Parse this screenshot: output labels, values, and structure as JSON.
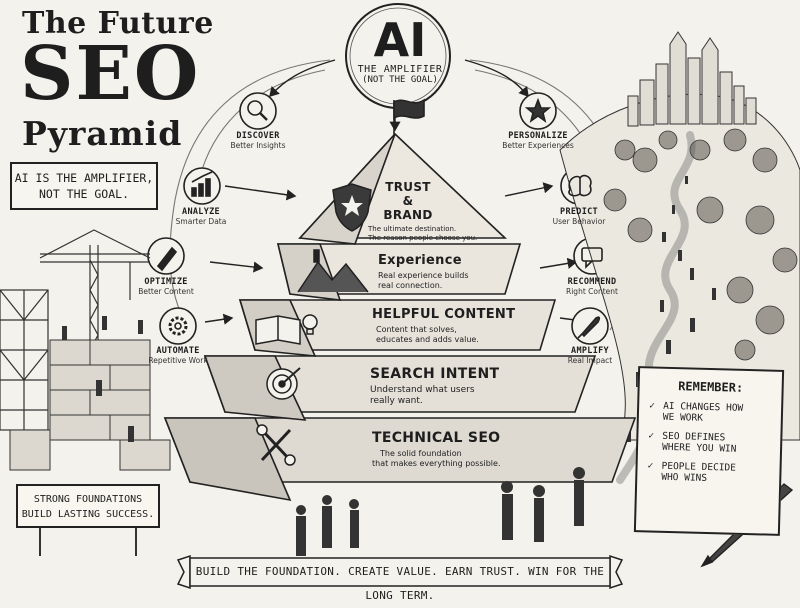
{
  "title": {
    "line1": "The Future",
    "line2": "SEO",
    "line3": "Pyramid"
  },
  "note": {
    "line1": "AI IS THE AMPLIFIER,",
    "line2": "NOT THE GOAL."
  },
  "ai": {
    "letters": "AI",
    "sub1": "THE AMPLIFIER",
    "sub2": "(NOT THE GOAL)"
  },
  "left_nodes": [
    {
      "title": "DISCOVER",
      "sub": "Better Insights",
      "icon": "magnifier-icon"
    },
    {
      "title": "ANALYZE",
      "sub": "Smarter Data",
      "icon": "bar-chart-icon"
    },
    {
      "title": "OPTIMIZE",
      "sub": "Better Content",
      "icon": "pencil-icon"
    },
    {
      "title": "AUTOMATE",
      "sub": "Repetitive Work",
      "icon": "gear-icon"
    }
  ],
  "right_nodes": [
    {
      "title": "PERSONALIZE",
      "sub": "Better Experiences",
      "icon": "star-icon"
    },
    {
      "title": "PREDICT",
      "sub": "User Behavior",
      "icon": "brain-icon"
    },
    {
      "title": "RECOMMEND",
      "sub": "Right Content",
      "icon": "chat-icon"
    },
    {
      "title": "AMPLIFY",
      "sub": "Real Impact",
      "icon": "rocket-icon"
    }
  ],
  "tiers": [
    {
      "title_line1": "TRUST &",
      "title_line2": "BRAND",
      "desc_line1": "The ultimate destination.",
      "desc_line2": "The reason people choose you.",
      "icon": "shield-icon"
    },
    {
      "title": "Experience",
      "desc_line1": "Real experience builds",
      "desc_line2": "real connection.",
      "icon": "mountain-climber-icon"
    },
    {
      "title": "HELPFUL CONTENT",
      "desc_line1": "Content that solves,",
      "desc_line2": "educates and adds value.",
      "icon": "book-bulb-icon"
    },
    {
      "title": "SEARCH INTENT",
      "desc_line1": "Understand what users",
      "desc_line2": "really want.",
      "icon": "target-icon"
    },
    {
      "title": "TECHNICAL SEO",
      "desc_line1": "The solid foundation",
      "desc_line2": "that makes everything possible.",
      "icon": "wrench-icon"
    }
  ],
  "foundations": {
    "line1": "STRONG FOUNDATIONS",
    "line2": "BUILD LASTING SUCCESS."
  },
  "remember": {
    "title": "REMEMBER:",
    "items": [
      {
        "line1": "AI CHANGES HOW",
        "line2": "WE WORK"
      },
      {
        "line1": "SEO DEFINES",
        "line2": "WHERE YOU WIN"
      },
      {
        "line1": "PEOPLE DECIDE",
        "line2": "WHO WINS"
      }
    ]
  },
  "banner": "BUILD THE FOUNDATION. CREATE VALUE. EARN TRUST. WIN FOR THE LONG TERM.",
  "colors": {
    "ink": "#1e1e1e",
    "paper": "#f4f2ec",
    "stone": "#dcd8cf"
  }
}
